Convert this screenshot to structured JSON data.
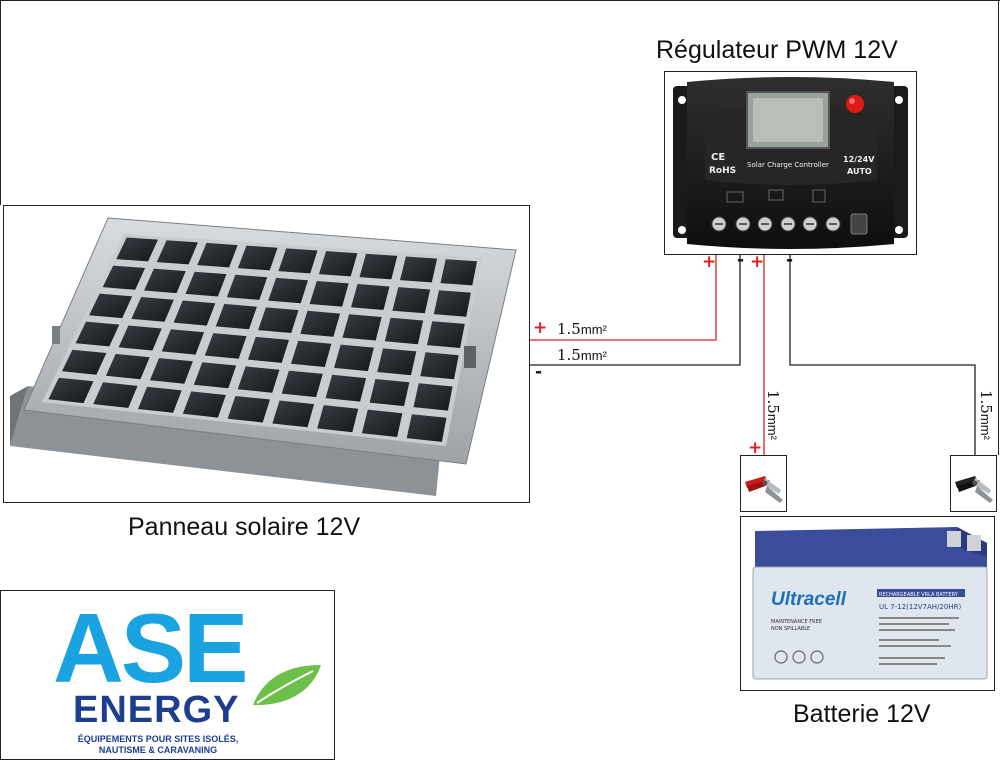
{
  "components": {
    "regulator": {
      "title": "Régulateur PWM 12V",
      "panel_text": {
        "ce": "CE",
        "rohs": "RoHS",
        "product": "Solar Charge Controller",
        "voltage": "12/24V",
        "mode": "AUTO"
      }
    },
    "solar_panel": {
      "title": "Panneau solaire 12V"
    },
    "battery": {
      "title": "Batterie 12V",
      "brand": "Ultracell",
      "model": "UL 7-12(12V7AH/20HR)",
      "type": "RECHARGEABLE VRLA BATTERY",
      "features": [
        "MAINTENANCE FREE",
        "NON SPILLABLE"
      ]
    }
  },
  "wires": {
    "panel_positive": {
      "size": "1.5",
      "unit": "mm²",
      "sign": "+"
    },
    "panel_negative": {
      "size": "1.5",
      "unit": "mm²",
      "sign": "-"
    },
    "battery_positive": {
      "size": "1.5",
      "unit": "mm²",
      "sign": "+"
    },
    "battery_negative": {
      "size": "1.5",
      "unit": "mm²",
      "sign": "-"
    }
  },
  "regulator_terminals": {
    "panel_plus": "+",
    "panel_minus": "-",
    "battery_plus": "+",
    "battery_minus": "-"
  },
  "colors": {
    "positive_wire": "#e02020",
    "negative_wire": "#222222",
    "logo_blue": "#1aa3e0",
    "logo_navy": "#1d3d8f",
    "logo_leaf": "#6cc04a"
  },
  "logo": {
    "name": "ASE",
    "subname": "ENERGY",
    "tagline_line1": "ÉQUIPEMENTS POUR SITES ISOLÉS,",
    "tagline_line2": "NAUTISME & CARAVANING"
  }
}
